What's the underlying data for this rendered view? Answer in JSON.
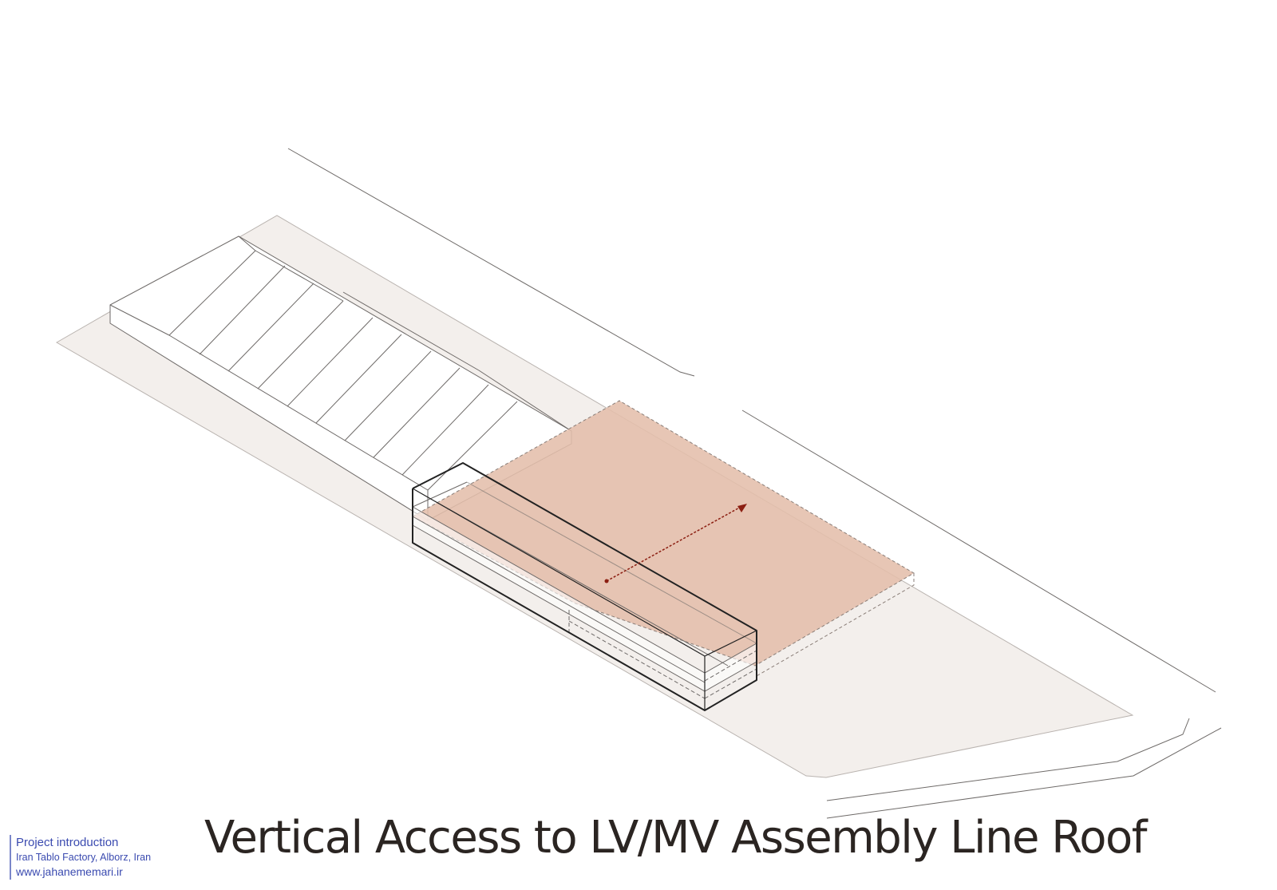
{
  "title": "Vertical Access to LV/MV Assembly Line Roof",
  "credits": {
    "line1": "Project introduction",
    "line2": "Iran Tablo Factory, Alborz, Iran",
    "line3": "www.jahanememari.ir"
  },
  "colors": {
    "site": "#f3efec",
    "roof_highlight": "#e4beab",
    "line": "#6e6a68",
    "outline": "#222222",
    "arrow": "#8c1f12",
    "credit_text": "#3b4bb0"
  }
}
